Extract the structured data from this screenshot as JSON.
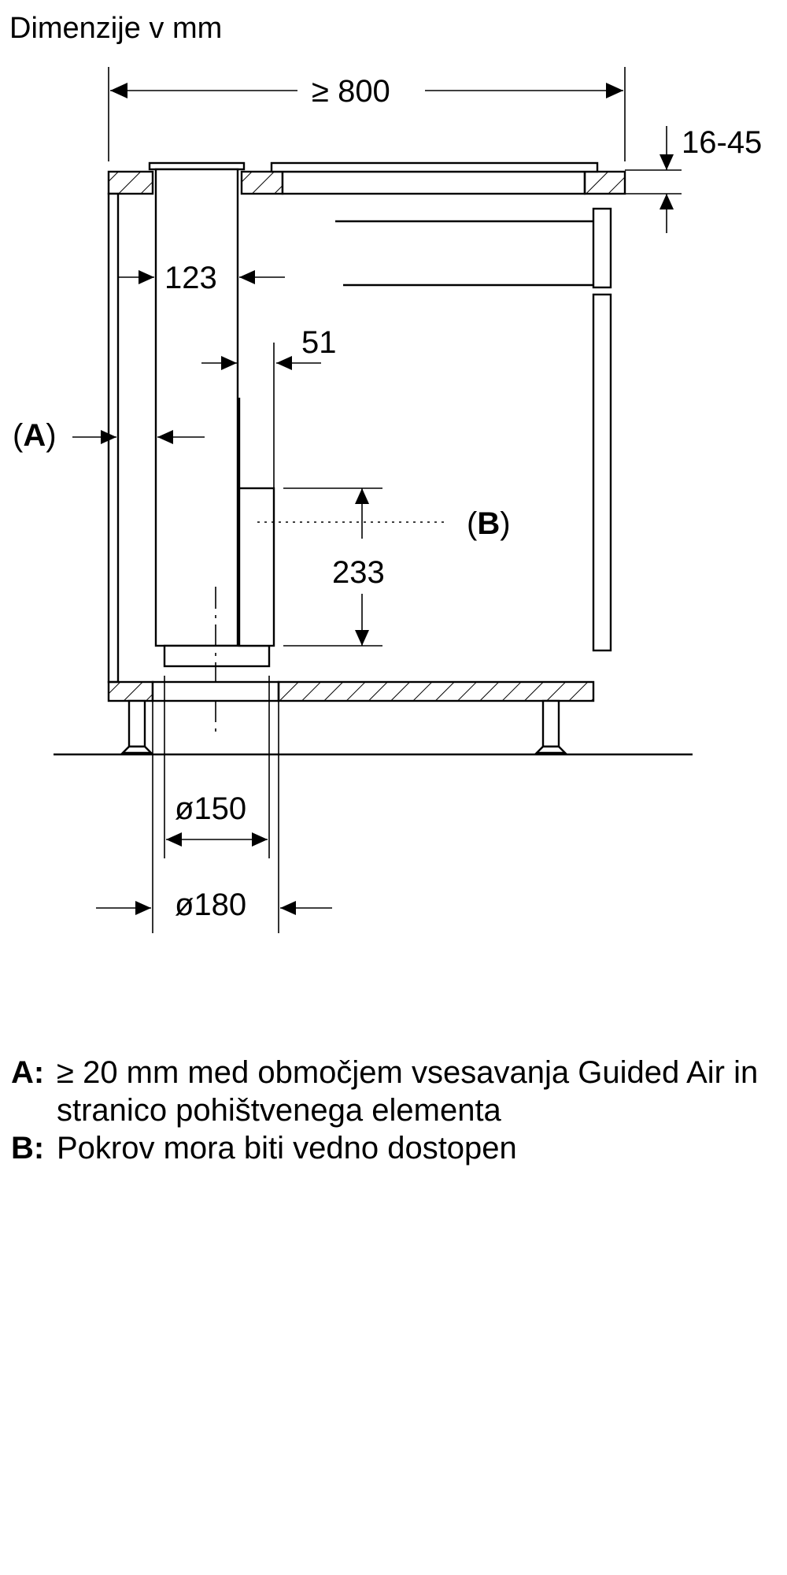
{
  "title": "Dimenzije v mm",
  "dimensions": {
    "cabinet_width": "≥ 800",
    "worktop_thickness": "16-45",
    "duct_clearance": "123",
    "panel_gap": "51",
    "cover_height": "233",
    "inner_diameter": "ø150",
    "outer_diameter": "ø180"
  },
  "markers": {
    "a_open": "(",
    "a_letter": "A",
    "a_close": ")",
    "b_open": "(",
    "b_letter": "B",
    "b_close": ")"
  },
  "legend": [
    {
      "key": "A:",
      "text": "≥ 20 mm med območjem vsesavanja Guided Air in stranico pohištvenega elementa"
    },
    {
      "key": "B:",
      "text": "Pokrov mora biti vedno dostopen"
    }
  ]
}
